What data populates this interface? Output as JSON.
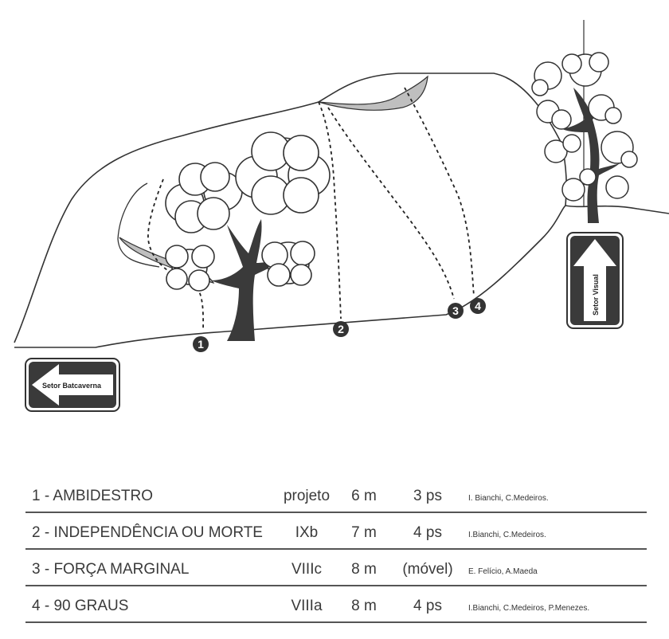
{
  "signs": {
    "left_sector": "Setor Batcaverna",
    "right_sector": "Setor Visual"
  },
  "route_markers": [
    "1",
    "2",
    "3",
    "4"
  ],
  "routes": [
    {
      "name": "1 - AMBIDESTRO",
      "grade": "projeto",
      "length": "6 m",
      "protection": "3 ps",
      "authors": "I. Bianchi, C.Medeiros."
    },
    {
      "name": "2 - INDEPENDÊNCIA OU MORTE",
      "grade": "IXb",
      "length": "7 m",
      "protection": "4 ps",
      "authors": "I.Bianchi, C.Medeiros."
    },
    {
      "name": "3 - FORÇA MARGINAL",
      "grade": "VIIIc",
      "length": "8 m",
      "protection": "(móvel)",
      "authors": "E. Felício, A.Maeda"
    },
    {
      "name": "4 - 90 GRAUS",
      "grade": "VIIIa",
      "length": "8 m",
      "protection": "4 ps",
      "authors": "I.Bianchi, C.Medeiros, P.Menezes."
    }
  ]
}
